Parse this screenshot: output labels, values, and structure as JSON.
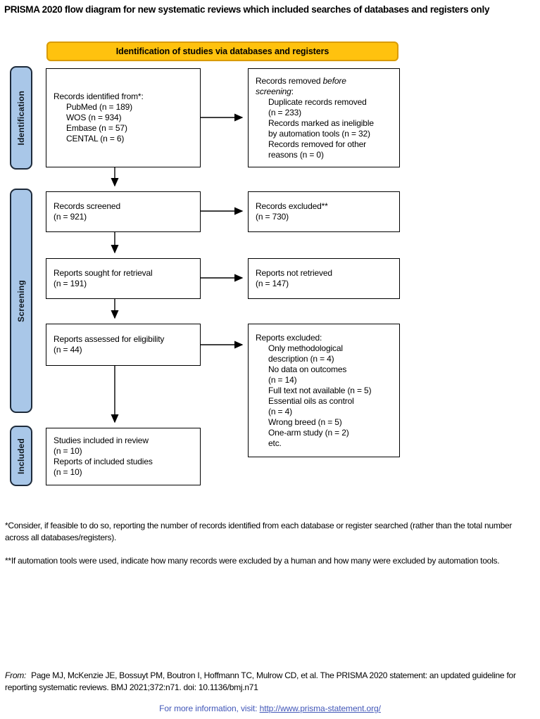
{
  "page": {
    "title": "PRISMA 2020 flow diagram for new systematic reviews which included searches of databases and registers only"
  },
  "colors": {
    "banner_fill": "#FFC20E",
    "banner_border": "#D99B00",
    "stage_fill": "#A9C7E8",
    "link_color": "#4156B8"
  },
  "banner": {
    "label": "Identification of studies via databases and registers"
  },
  "stages": [
    {
      "label": "Identification"
    },
    {
      "label": "Screening"
    },
    {
      "label": "Included"
    }
  ],
  "flow": {
    "identified": {
      "lines": [
        {
          "ind": 0,
          "t": "Records identified from*:"
        },
        {
          "ind": 1,
          "t": "PubMed (n = 189)"
        },
        {
          "ind": 1,
          "t": "WOS (n = 934)"
        },
        {
          "ind": 1,
          "t": "Embase (n = 57)"
        },
        {
          "ind": 1,
          "t": "CENTAL (n = 6)"
        }
      ]
    },
    "removed": {
      "lines": [
        {
          "ind": 0,
          "runs": [
            {
              "t": "Records removed "
            },
            {
              "t": "before",
              "it": true
            }
          ]
        },
        {
          "ind": 0,
          "runs": [
            {
              "t": "screening",
              "it": true
            },
            {
              "t": ":"
            }
          ]
        },
        {
          "ind": 1,
          "t": "Duplicate records removed"
        },
        {
          "ind": 1,
          "t": "(n = 233)"
        },
        {
          "ind": 1,
          "t": "Records marked as ineligible"
        },
        {
          "ind": 1,
          "t": "by automation tools (n = 32)"
        },
        {
          "ind": 1,
          "t": "Records removed for other"
        },
        {
          "ind": 1,
          "t": "reasons (n = 0)"
        }
      ]
    },
    "screened": {
      "lines": [
        {
          "ind": 0,
          "t": "Records screened"
        },
        {
          "ind": 0,
          "t": "(n = 921)"
        }
      ]
    },
    "excluded": {
      "lines": [
        {
          "ind": 0,
          "t": "Records excluded**"
        },
        {
          "ind": 0,
          "t": "(n = 730)"
        }
      ]
    },
    "sought": {
      "lines": [
        {
          "ind": 0,
          "t": "Reports sought for retrieval"
        },
        {
          "ind": 0,
          "t": "(n = 191)"
        }
      ]
    },
    "not_retrieved": {
      "lines": [
        {
          "ind": 0,
          "t": "Reports not retrieved"
        },
        {
          "ind": 0,
          "t": "(n = 147)"
        }
      ]
    },
    "assessed": {
      "lines": [
        {
          "ind": 0,
          "t": "Reports assessed for eligibility"
        },
        {
          "ind": 0,
          "t": "(n = 44)"
        }
      ]
    },
    "reports_excluded": {
      "lines": [
        {
          "ind": 0,
          "t": "Reports excluded:"
        },
        {
          "ind": 1,
          "t": "Only methodological"
        },
        {
          "ind": 1,
          "t": "description (n = 4)"
        },
        {
          "ind": 1,
          "t": "No data on outcomes"
        },
        {
          "ind": 1,
          "t": "(n = 14)"
        },
        {
          "ind": 1,
          "t": "Full text not available (n = 5)"
        },
        {
          "ind": 1,
          "t": "Essential oils as control"
        },
        {
          "ind": 1,
          "t": "(n = 4)"
        },
        {
          "ind": 1,
          "t": "Wrong breed (n = 5)"
        },
        {
          "ind": 1,
          "t": "One-arm study (n = 2)"
        },
        {
          "ind": 1,
          "t": "etc."
        }
      ]
    },
    "included": {
      "lines": [
        {
          "ind": 0,
          "t": "Studies included in review"
        },
        {
          "ind": 0,
          "t": "(n = 10)"
        },
        {
          "ind": 0,
          "t": "Reports of included studies"
        },
        {
          "ind": 0,
          "t": "(n = 10)"
        }
      ]
    }
  },
  "footnotes": [
    "*Consider, if feasible to do so, reporting the number of records identified from each database or register searched (rather than the total number across all databases/registers).",
    "**If automation tools were used, indicate how many records were excluded by a human and how many were excluded by automation tools."
  ],
  "citation": {
    "prefix": "From:",
    "text": "Page MJ, McKenzie JE, Bossuyt PM, Boutron I, Hoffmann TC, Mulrow CD, et al. The PRISMA 2020 statement: an updated guideline for reporting systematic reviews. BMJ 2021;372:n71. doi: 10.1136/bmj.n71"
  },
  "footer": {
    "label": "For more information, visit:",
    "link": "http://www.prisma-statement.org/"
  }
}
